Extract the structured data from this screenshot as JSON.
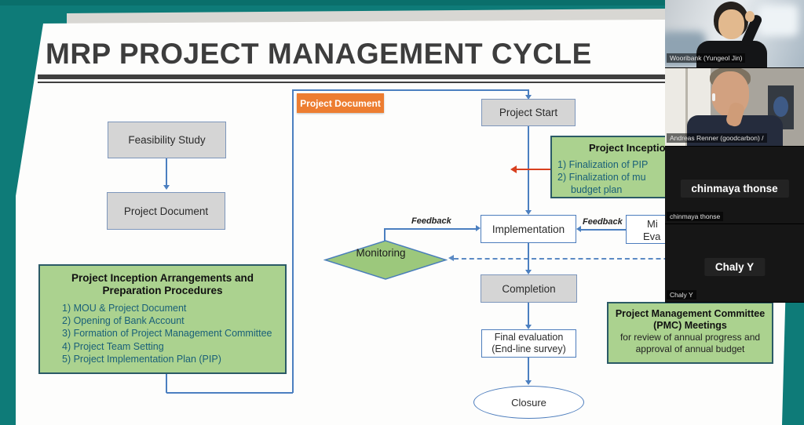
{
  "slide": {
    "title": "MRP PROJECT MANAGEMENT CYCLE",
    "left_flow": {
      "feasibility": "Feasibility Study",
      "project_document": "Project Document"
    },
    "inception_left_box": {
      "title_line1": "Project Inception Arrangements and",
      "title_line2": "Preparation Procedures",
      "items": "1) MOU & Project Document\n2) Opening of Bank Account\n3) Formation of Project Management Committee\n4) Project Team Setting\n5) Project Implementation Plan (PIP)"
    },
    "right_flow": {
      "tag": "Project Document",
      "project_start": "Project Start",
      "implementation": "Implementation",
      "completion": "Completion",
      "final_eval_line1": "Final evaluation",
      "final_eval_line2": "(End-line survey)",
      "closure": "Closure",
      "monitoring": "Monitoring",
      "feedback_left": "Feedback",
      "feedback_right": "Feedback",
      "midterm_line1": "Mi",
      "midterm_line2": "Eva"
    },
    "inception_right_box": {
      "title": "Project Inception",
      "item1": "1) Finalization of PIP",
      "item2": "2) Finalization of mu",
      "item2_cont": "budget plan"
    },
    "pmc_box": {
      "title_line1": "Project Management Committee",
      "title_line2": "(PMC) Meetings",
      "body_line1": "for review of annual progress and",
      "body_line2": "approval of annual budget"
    }
  },
  "video_panel": {
    "participants": [
      {
        "name": "Wooribank (Yungeol Jin)"
      },
      {
        "name": "Andreas Renner (goodcarbon) /"
      },
      {
        "name": "chinmaya thonse",
        "display": "chinmaya thonse"
      },
      {
        "name": "Chaly Y",
        "display": "Chaly Y"
      }
    ]
  },
  "colors": {
    "background_teal": "#0e7b78",
    "accent_orange": "#ed7d31",
    "box_green": "#abd28f",
    "diamond_green": "#9cc87c",
    "flow_blue": "#4b7fc0",
    "alert_red": "#d8401f",
    "list_text_teal": "#1a6078"
  }
}
